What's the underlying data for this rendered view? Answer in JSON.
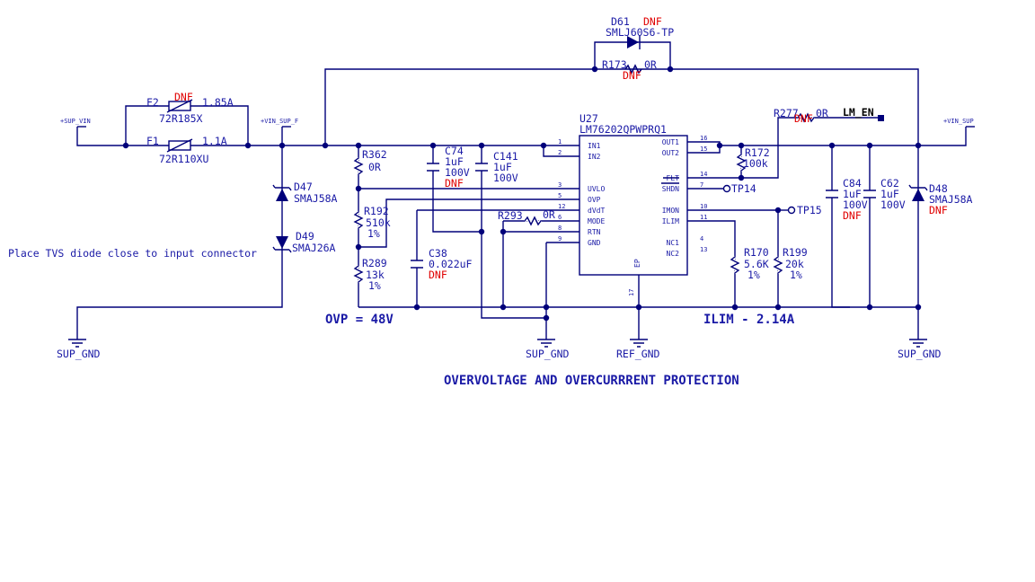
{
  "title": "OVERVOLTAGE AND OVERCURRRENT PROTECTION",
  "note": "Place TVS diode close to input connector",
  "ovp_label": "OVP = 48V",
  "ilim_label": "ILIM - 2.14A",
  "nets": {
    "sup_vin": "+SUP_VIN",
    "vin_sup_f": "+VIN_SUP_F",
    "vin_sup": "+VIN_SUP",
    "lm_en": "LM_EN",
    "gnd_left": "SUP_GND",
    "gnd_mid": "SUP_GND",
    "gnd_ref": "REF_GND",
    "gnd_right": "SUP_GND"
  },
  "components": {
    "f2": {
      "ref": "F2",
      "dnf": "DNF",
      "rating": "1.85A",
      "part": "72R185X"
    },
    "f1": {
      "ref": "F1",
      "rating": "1.1A",
      "part": "72R110XU"
    },
    "d47": {
      "ref": "D47",
      "part": "SMAJ58A"
    },
    "d49": {
      "ref": "D49",
      "part": "SMAJ26A"
    },
    "d61": {
      "ref": "D61",
      "dnf": "DNF",
      "part": "SMLJ60S6-TP"
    },
    "r173": {
      "ref": "R173",
      "value": "0R",
      "dnf": "DNF"
    },
    "r362": {
      "ref": "R362",
      "value": "0R"
    },
    "r192": {
      "ref": "R192",
      "value": "510k",
      "tol": "1%"
    },
    "r289": {
      "ref": "R289",
      "value": "13k",
      "tol": "1%"
    },
    "c74": {
      "ref": "C74",
      "value": "1uF",
      "volt": "100V",
      "dnf": "DNF"
    },
    "c141": {
      "ref": "C141",
      "value": "1uF",
      "volt": "100V"
    },
    "c38": {
      "ref": "C38",
      "value": "0.022uF",
      "dnf": "DNF"
    },
    "r293": {
      "ref": "R293",
      "value": "0R"
    },
    "u27": {
      "ref": "U27",
      "part": "LM76202QPWPRQ1"
    },
    "r172": {
      "ref": "R172",
      "value": "100k"
    },
    "r277": {
      "ref": "R277",
      "value": "0R",
      "dnf": "DNF"
    },
    "r170": {
      "ref": "R170",
      "value": "5.6K",
      "tol": "1%"
    },
    "r199": {
      "ref": "R199",
      "value": "20k",
      "tol": "1%"
    },
    "c84": {
      "ref": "C84",
      "value": "1uF",
      "volt": "100V",
      "dnf": "DNF"
    },
    "c62": {
      "ref": "C62",
      "value": "1uF",
      "volt": "100V"
    },
    "d48": {
      "ref": "D48",
      "part": "SMAJ58A",
      "dnf": "DNF"
    },
    "tp14": {
      "ref": "TP14"
    },
    "tp15": {
      "ref": "TP15"
    }
  },
  "ic_pins": {
    "left": [
      {
        "num": "1",
        "name": "IN1"
      },
      {
        "num": "2",
        "name": "IN2"
      },
      {
        "num": "3",
        "name": "UVLO"
      },
      {
        "num": "5",
        "name": "OVP"
      },
      {
        "num": "12",
        "name": "dVdT"
      },
      {
        "num": "6",
        "name": "MODE"
      },
      {
        "num": "8",
        "name": "RTN"
      },
      {
        "num": "9",
        "name": "GND"
      }
    ],
    "right": [
      {
        "num": "16",
        "name": "OUT1"
      },
      {
        "num": "15",
        "name": "OUT2"
      },
      {
        "num": "14",
        "name": "FLT"
      },
      {
        "num": "7",
        "name": "SHDN"
      },
      {
        "num": "10",
        "name": "IMON"
      },
      {
        "num": "11",
        "name": "ILIM"
      },
      {
        "num": "4",
        "name": "NC1"
      },
      {
        "num": "13",
        "name": "NC2"
      }
    ],
    "ep": {
      "num": "17",
      "name": "EP"
    }
  },
  "colors": {
    "wire": "#00007a",
    "text": "#1a1aa6",
    "dnf": "#e00000"
  }
}
